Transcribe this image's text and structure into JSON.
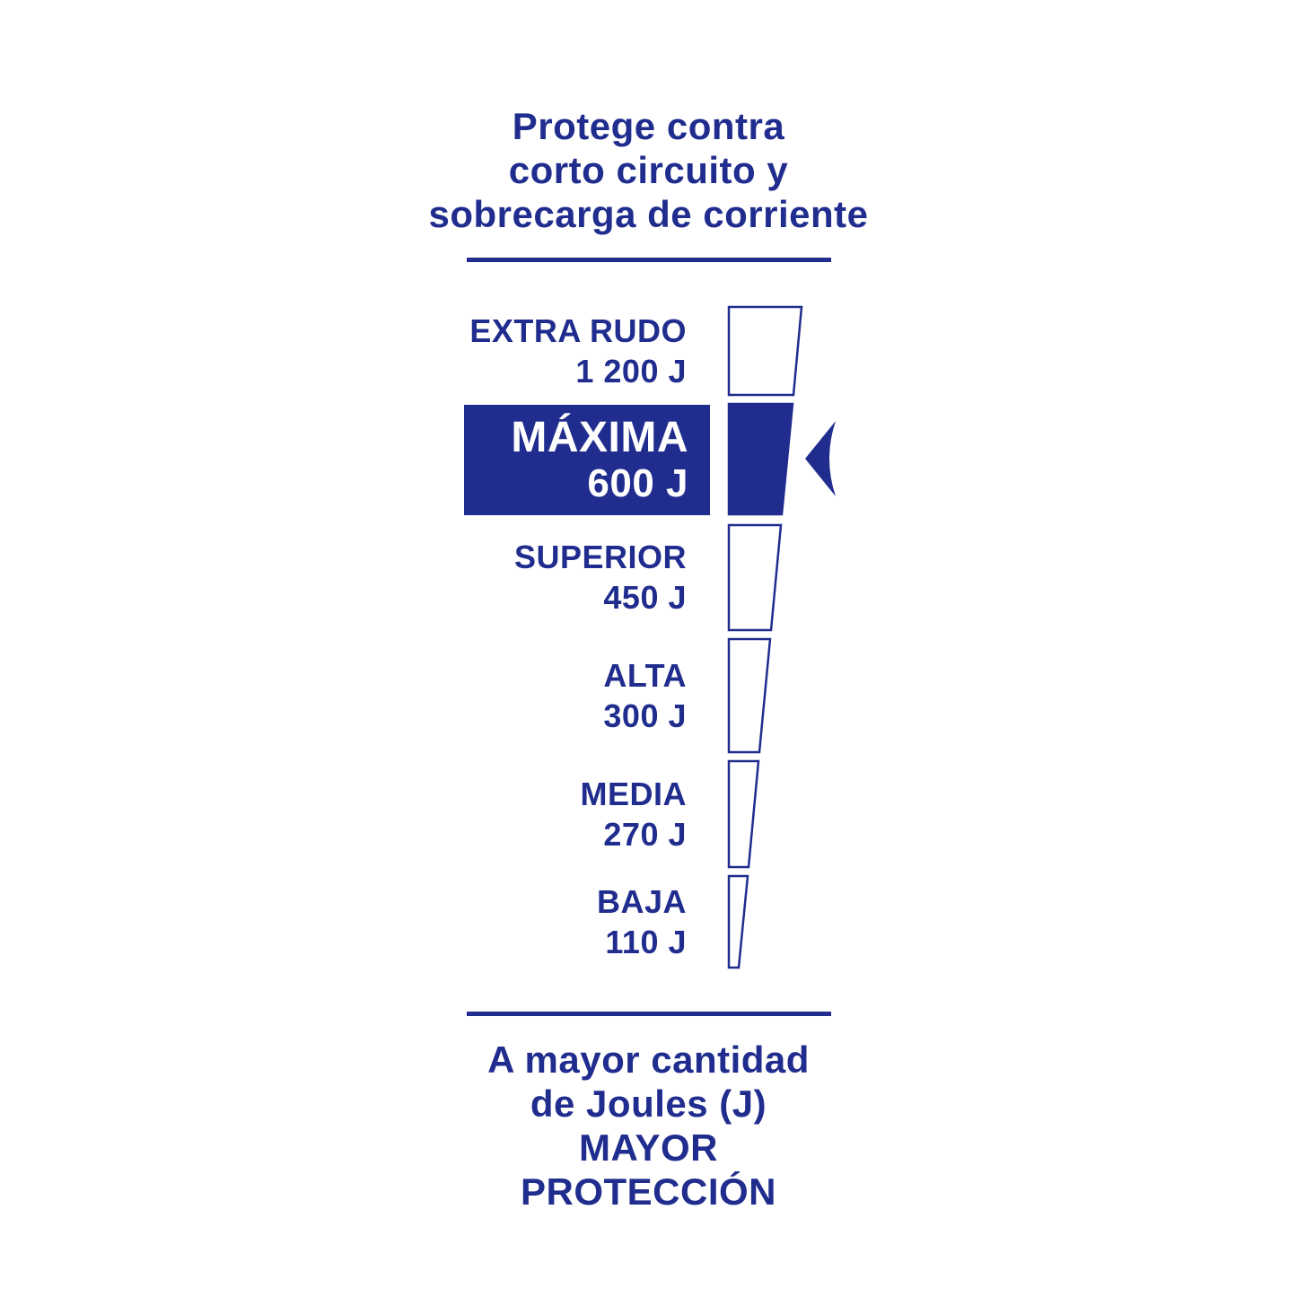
{
  "colors": {
    "primary": "#202d8e",
    "background": "#ffffff",
    "highlight_text": "#ffffff"
  },
  "header": {
    "title": "Protege contra\ncorto circuito y\nsobrecarga de corriente"
  },
  "scale": {
    "unit": "J",
    "selected": "MÁXIMA",
    "levels": [
      {
        "name": "EXTRA RUDO",
        "value": "1 200 J"
      },
      {
        "name": "MÁXIMA",
        "value": "600 J"
      },
      {
        "name": "SUPERIOR",
        "value": "450 J"
      },
      {
        "name": "ALTA",
        "value": "300 J"
      },
      {
        "name": "MEDIA",
        "value": "270 J"
      },
      {
        "name": "BAJA",
        "value": "110 J"
      }
    ]
  },
  "footer": {
    "caption": "A mayor cantidad\nde Joules (J)\nMAYOR\nPROTECCIÓN"
  }
}
